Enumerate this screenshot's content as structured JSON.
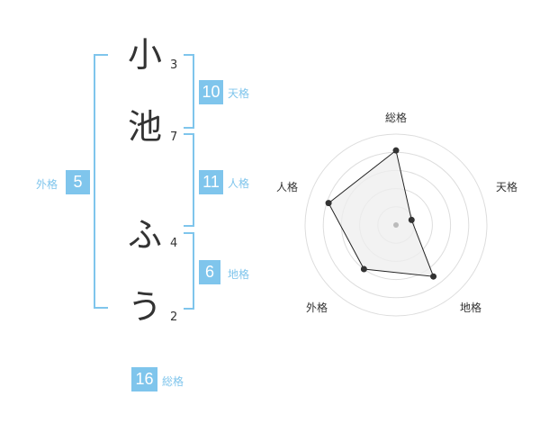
{
  "name": {
    "characters": [
      {
        "char": "小",
        "strokes": "3"
      },
      {
        "char": "池",
        "strokes": "7"
      },
      {
        "char": "ふ",
        "strokes": "4"
      },
      {
        "char": "う",
        "strokes": "2"
      }
    ]
  },
  "fortunes": {
    "tenkaku": {
      "value": "10",
      "label": "天格"
    },
    "jinkaku": {
      "value": "11",
      "label": "人格"
    },
    "chikaku": {
      "value": "6",
      "label": "地格"
    },
    "gaikaku": {
      "value": "5",
      "label": "外格"
    },
    "soukaku": {
      "value": "16",
      "label": "総格"
    }
  },
  "colors": {
    "accent": "#7fc5ec",
    "text": "#333333",
    "radar_fill": "#eeeeee",
    "ring": "#dddddd"
  },
  "radar": {
    "axes": [
      "総格",
      "天格",
      "地格",
      "外格",
      "人格"
    ],
    "values": [
      4.1,
      0.9,
      3.5,
      3.0,
      3.9
    ],
    "max": 5,
    "ring_count": 5
  }
}
